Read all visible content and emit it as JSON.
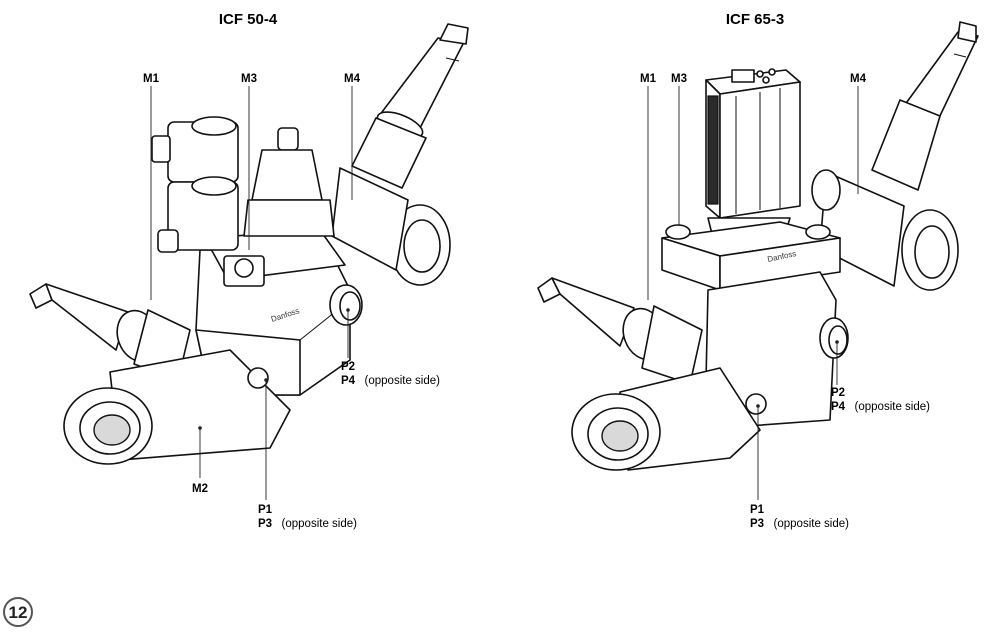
{
  "figure": {
    "left": {
      "title": "ICF 50-4",
      "labels": {
        "m1": "M1",
        "m3": "M3",
        "m4": "M4",
        "m2": "M2",
        "p2": "P2",
        "p4": "P4",
        "p4_note": "(opposite side)",
        "p1": "P1",
        "p3": "P3",
        "p3_note": "(opposite side)"
      }
    },
    "right": {
      "title": "ICF 65-3",
      "labels": {
        "m1": "M1",
        "m3": "M3",
        "m4": "M4",
        "p2": "P2",
        "p4": "P4",
        "p4_note": "(opposite side)",
        "p1": "P1",
        "p3": "P3",
        "p3_note": "(opposite side)"
      }
    }
  },
  "badge": {
    "number": "12"
  }
}
